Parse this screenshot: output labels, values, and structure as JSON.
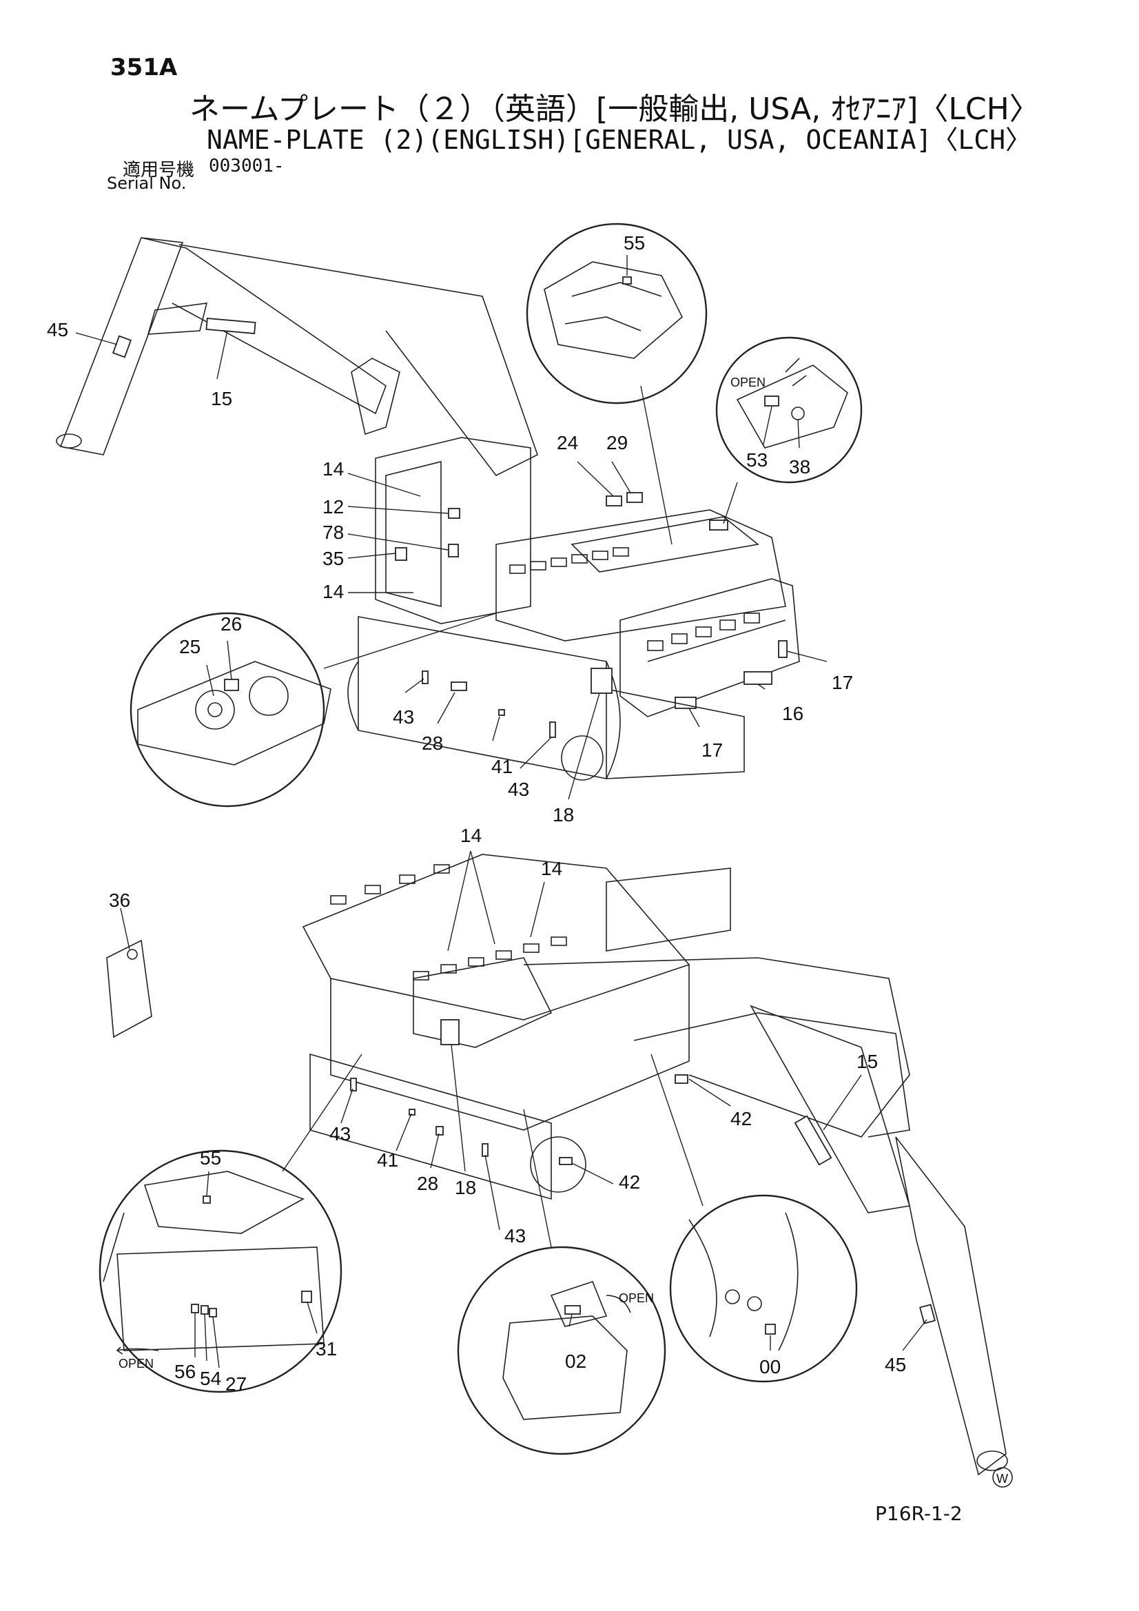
{
  "header": {
    "page_id": "351A",
    "title_jp": "ネームプレート（２）（英語）[一般輸出, USA, ｵｾｱﾆｱ]〈LCH〉",
    "title_en": "NAME-PLATE (2)(ENGLISH)[GENERAL, USA, OCEANIA]〈LCH〉",
    "serial_label_jp": "適用号機",
    "serial_range": "003001-",
    "serial_label_en": "Serial No."
  },
  "footer": {
    "figure_code": "P16R-1-2"
  },
  "part_numbers": {
    "n00": "00",
    "n02": "02",
    "n12": "12",
    "n14": "14",
    "n15": "15",
    "n16": "16",
    "n17": "17",
    "n18": "18",
    "n24": "24",
    "n25": "25",
    "n26": "26",
    "n27": "27",
    "n28": "28",
    "n29": "29",
    "n31": "31",
    "n35": "35",
    "n36": "36",
    "n38": "38",
    "n41": "41",
    "n42": "42",
    "n43": "43",
    "n45": "45",
    "n53": "53",
    "n54": "54",
    "n55": "55",
    "n56": "56",
    "n78": "78"
  },
  "annotations": {
    "open": "OPEN",
    "mark_w": "W"
  }
}
